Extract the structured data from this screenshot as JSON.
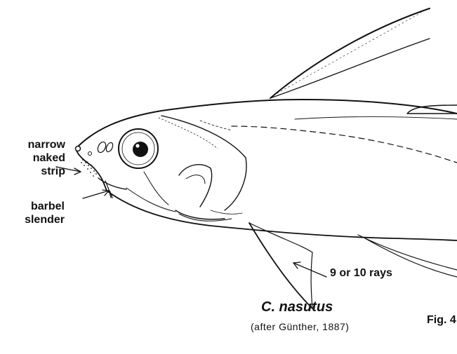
{
  "labels": {
    "naked_strip": [
      "narrow",
      "naked",
      "strip"
    ],
    "barbel": [
      "barbel",
      "slender"
    ],
    "rays": "9 or 10 rays"
  },
  "caption": {
    "species": "C. nasutus",
    "citation": "(after Günther, 1887)",
    "figure": "Fig. 4"
  },
  "colors": {
    "ink": "#111111",
    "background": "#ffffff"
  }
}
